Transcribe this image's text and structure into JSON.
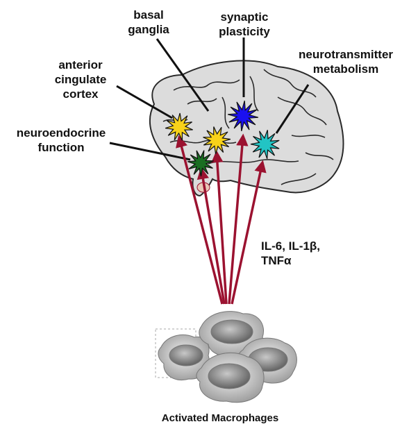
{
  "labels": {
    "basal_ganglia": [
      "basal",
      "ganglia"
    ],
    "synaptic_plasticity": [
      "synaptic",
      "plasticity"
    ],
    "anterior_cingulate_cortex": [
      "anterior",
      "cingulate",
      "cortex"
    ],
    "neurotransmitter_metabolism": [
      "neurotransmitter",
      "metabolism"
    ],
    "neuroendocrine_function": [
      "neuroendocrine",
      "function"
    ],
    "cytokines": [
      "IL-6, IL-1β,",
      "TNFα"
    ],
    "caption": "Activated Macrophages"
  },
  "colors": {
    "arrow": "#9b1230",
    "star_yellow": "#f8d21a",
    "star_blue": "#1a10f0",
    "star_teal": "#22c4c4",
    "star_green": "#1a6e22",
    "brain_fill": "#dcdcdc",
    "brain_stroke": "#2a2a2a"
  }
}
